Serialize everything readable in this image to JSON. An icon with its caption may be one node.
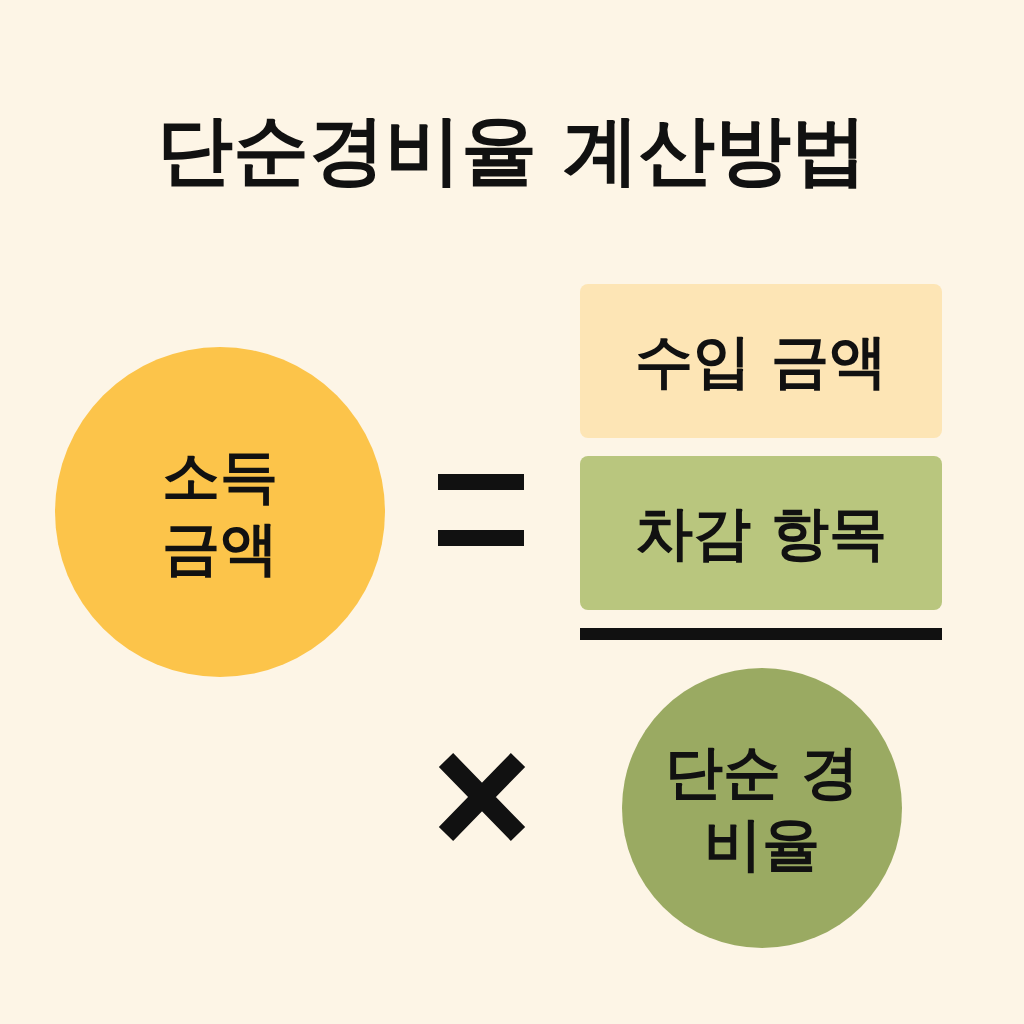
{
  "diagram": {
    "title": "단순경비율 계산방법",
    "nodes": [
      {
        "text": [
          "소득 금액"
        ]
      },
      {
        "text": [
          "수입 금액"
        ]
      },
      {
        "text": [
          "차감 항목"
        ]
      },
      {
        "text": [
          "단순 경비율"
        ]
      }
    ],
    "edges": []
  }
}
